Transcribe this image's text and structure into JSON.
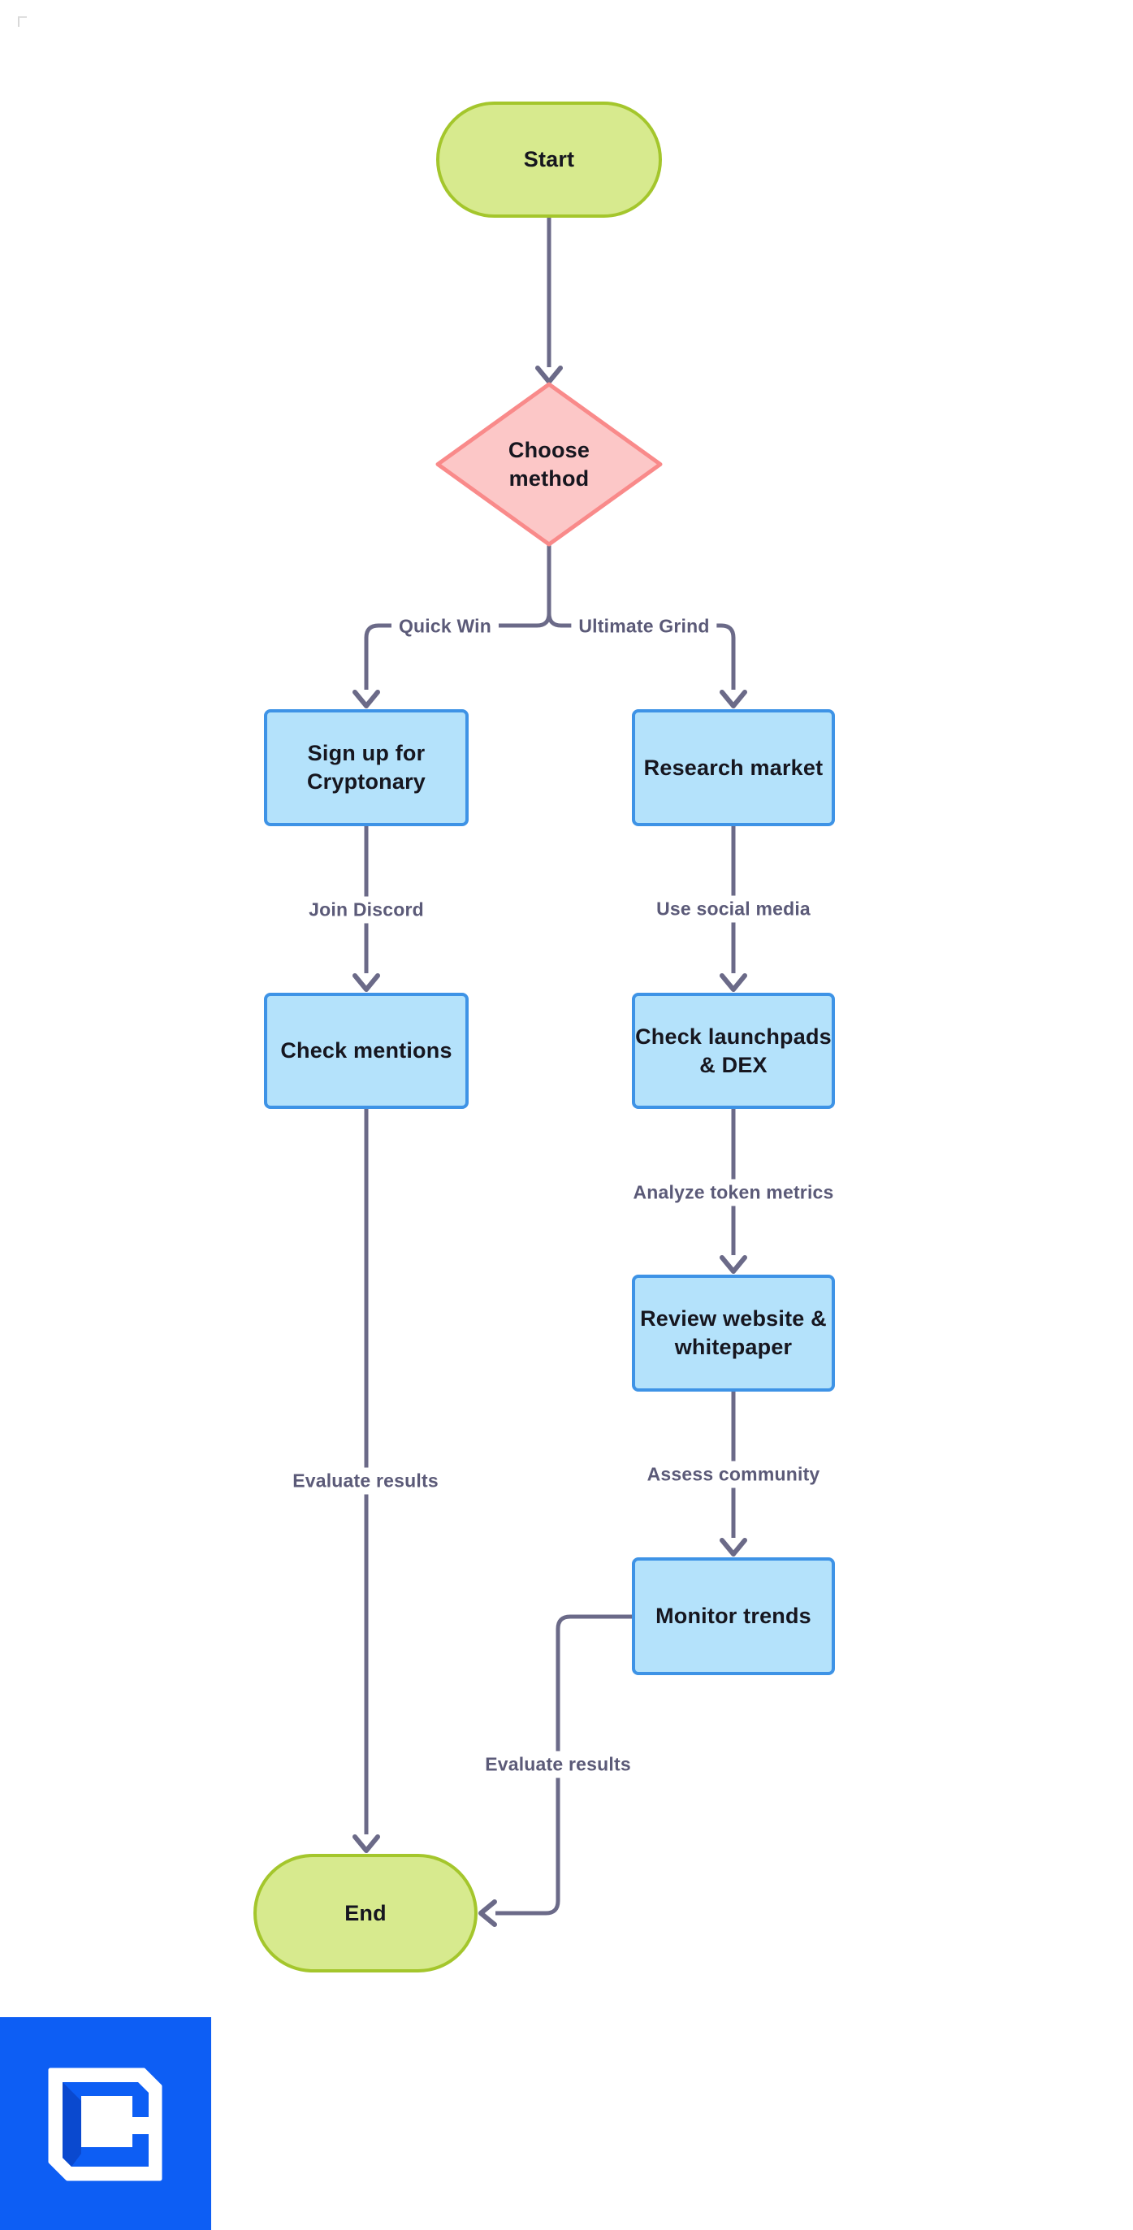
{
  "palette": {
    "background": "#ffffff",
    "edge": "#6b6a88",
    "edge_label_text": "#5b5a78",
    "node_text": "#16161f",
    "terminal_fill": "#d7ea8e",
    "terminal_border": "#a4c62c",
    "decision_fill": "#fcc7c7",
    "decision_border": "#f98a8a",
    "process_fill": "#b4e2fb",
    "process_border": "#3e93e6",
    "logo_bg": "#0d5ef4",
    "logo_shade": "#0a49cf",
    "logo_fg": "#ffffff"
  },
  "flowchart": {
    "nodes": {
      "start": {
        "label": "Start",
        "shape": "stadium"
      },
      "choose_method": {
        "label": "Choose\nmethod",
        "shape": "diamond"
      },
      "sign_up": {
        "label": "Sign up for\nCryptonary",
        "shape": "process"
      },
      "research_market": {
        "label": "Research market",
        "shape": "process"
      },
      "check_mentions": {
        "label": "Check mentions",
        "shape": "process"
      },
      "check_launchpads": {
        "label": "Check launchpads\n& DEX",
        "shape": "process"
      },
      "review_website": {
        "label": "Review website &\nwhitepaper",
        "shape": "process"
      },
      "monitor_trends": {
        "label": "Monitor trends",
        "shape": "process"
      },
      "end": {
        "label": "End",
        "shape": "stadium"
      }
    },
    "edge_labels": {
      "quick_win": "Quick Win",
      "ultimate_grind": "Ultimate Grind",
      "join_discord": "Join Discord",
      "use_social_media": "Use social media",
      "analyze_token_metrics": "Analyze token metrics",
      "assess_community": "Assess community",
      "evaluate_results_left": "Evaluate results",
      "evaluate_results_right": "Evaluate results"
    }
  }
}
